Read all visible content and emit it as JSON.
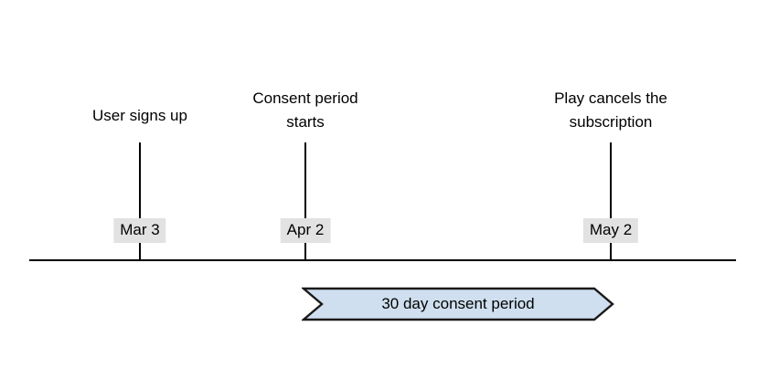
{
  "diagram": {
    "type": "timeline",
    "background_color": "#ffffff",
    "axis": {
      "name": "timeline-axis",
      "color": "#000000"
    },
    "events": [
      {
        "id": "signup",
        "caption": "User signs up",
        "date": "Mar 3",
        "chip_bg": "#e2e2e2"
      },
      {
        "id": "consent-start",
        "caption": "Consent period\nstarts",
        "date": "Apr 2",
        "chip_bg": "#e2e2e2"
      },
      {
        "id": "play-cancel",
        "caption": "Play cancels the\nsubscription",
        "date": "May 2",
        "chip_bg": "#e2e2e2"
      }
    ],
    "banner": {
      "label": "30 day consent period",
      "fill_color": "#cfdfef",
      "stroke_color": "#1a1a1a",
      "shape": "double-chevron-arrow"
    }
  }
}
